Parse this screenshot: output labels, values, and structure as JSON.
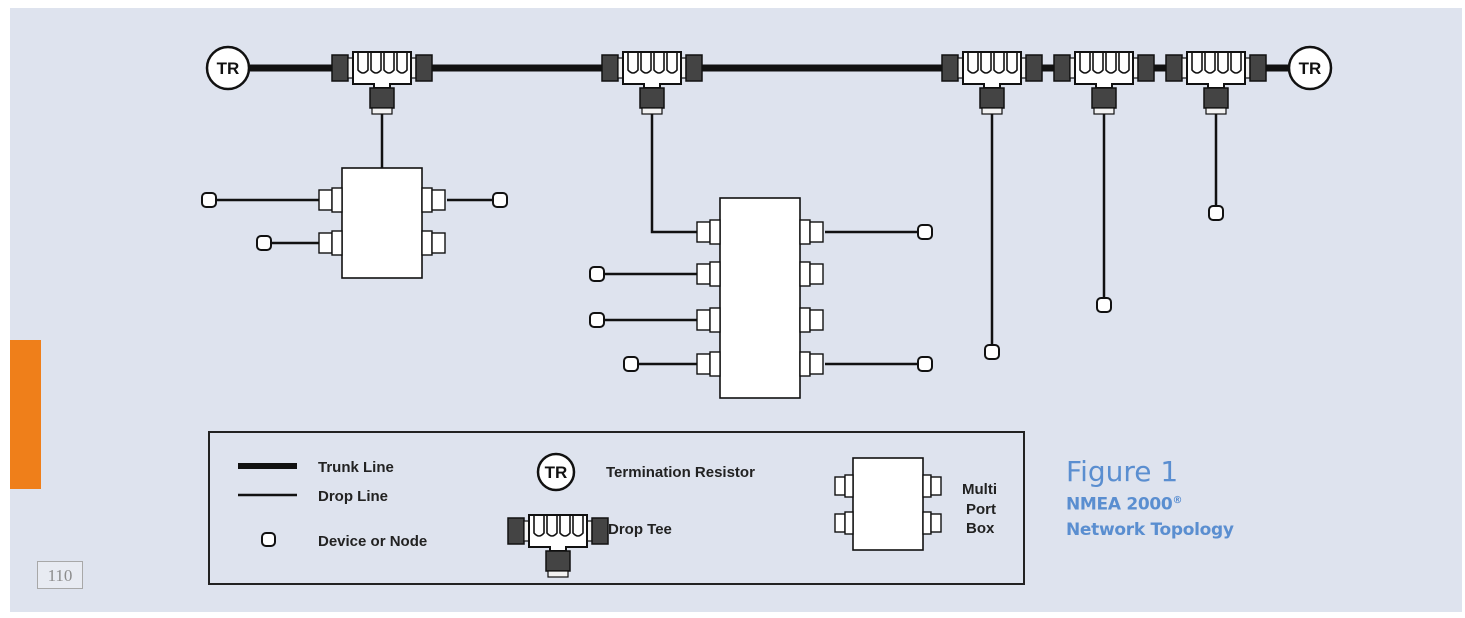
{
  "diagram": {
    "terminator_label": "TR"
  },
  "legend": {
    "trunk_line": "Trunk Line",
    "drop_line": "Drop Line",
    "device": "Device or Node",
    "terminator": "Termination Resistor",
    "drop_tee": "Drop Tee",
    "multiport_line1": "Multi",
    "multiport_line2": "Port",
    "multiport_line3": "Box"
  },
  "figure": {
    "title": "Figure 1",
    "line1": "NMEA 2000",
    "line1_mark": "®",
    "line2": "Network Topology"
  },
  "page": {
    "number": "110"
  },
  "colors": {
    "background": "#dee3ee",
    "accent_orange": "#ef7f1a",
    "caption_blue": "#5a8ed0"
  }
}
